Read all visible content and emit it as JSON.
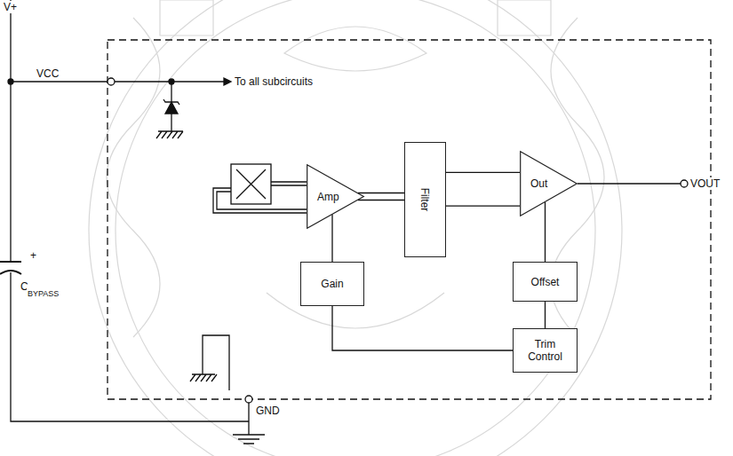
{
  "diagram": {
    "nodes": [
      {
        "text": [
          "Amp"
        ]
      },
      {
        "text": [
          "Filter"
        ]
      },
      {
        "text": [
          "Out"
        ]
      },
      {
        "text": [
          "Gain"
        ]
      },
      {
        "text": [
          "Offset"
        ]
      },
      {
        "text": [
          "Trim Control"
        ]
      }
    ],
    "edges": [
      {
        "from": 0,
        "to": 1,
        "arrow": "none"
      },
      {
        "from": 1,
        "to": 2,
        "arrow": "none"
      },
      {
        "from": 3,
        "to": 0,
        "arrow": "none"
      },
      {
        "from": 4,
        "to": 2,
        "arrow": "none"
      },
      {
        "from": 5,
        "to": 4,
        "arrow": "none"
      },
      {
        "from": 5,
        "to": 3,
        "arrow": "none"
      }
    ],
    "labels": [
      "V+",
      "VCC",
      "To all subcircuits",
      "VOUT",
      "GND",
      "+",
      "C",
      "BYPASS"
    ]
  }
}
